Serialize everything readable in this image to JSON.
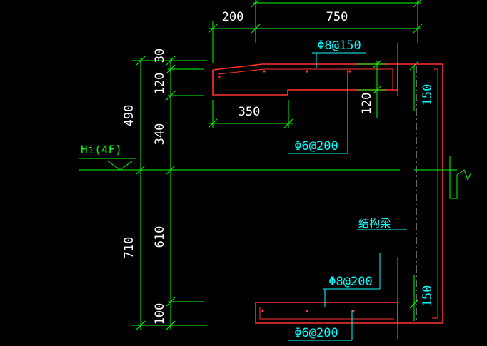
{
  "colors": {
    "background": "#000000",
    "dimension_line": "#00ff00",
    "concrete_outline": "#ff3333",
    "leader": "#00ffff",
    "text": "#ffffff",
    "annotation": "#00ffff"
  },
  "top_dimensions": {
    "left_width": "200",
    "right_width": "750"
  },
  "left_dimensions": {
    "overall_upper": "490",
    "overall_lower": "710",
    "parts": [
      "30",
      "120",
      "340",
      "610",
      "100"
    ]
  },
  "inner_dimensions": {
    "step_width": "350",
    "slab_thickness": "120"
  },
  "right_dimensions": {
    "upper_wall": "150",
    "lower_wall": "150"
  },
  "rebar_labels": {
    "top_main": "Φ8@150",
    "top_dist": "Φ6@200",
    "bottom_main": "Φ8@200",
    "bottom_dist": "Φ6@200"
  },
  "level_mark": "Hi(4F)",
  "beam_label": "结构梁"
}
